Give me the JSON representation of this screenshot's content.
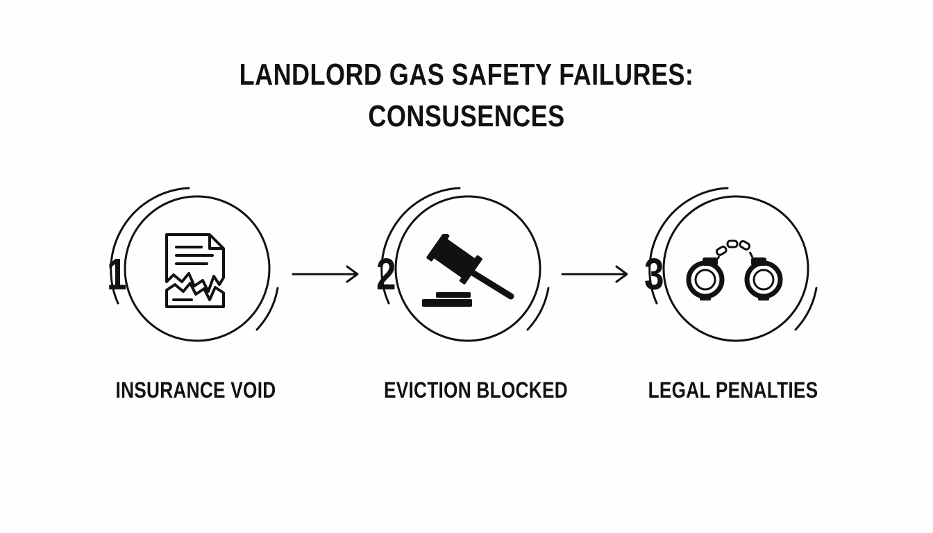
{
  "title": {
    "line1": "LANDLORD GAS SAFETY FAILURES:",
    "line2": "CONSUSENCES"
  },
  "steps": [
    {
      "number": "1",
      "label": "INSURANCE VOID",
      "icon": "torn-document-icon"
    },
    {
      "number": "2",
      "label": "EVICTION BLOCKED",
      "icon": "gavel-icon"
    },
    {
      "number": "3",
      "label": "LEGAL PENALTIES",
      "icon": "handcuffs-icon"
    }
  ],
  "colors": {
    "ink": "#111111",
    "background": "#fefefe"
  }
}
